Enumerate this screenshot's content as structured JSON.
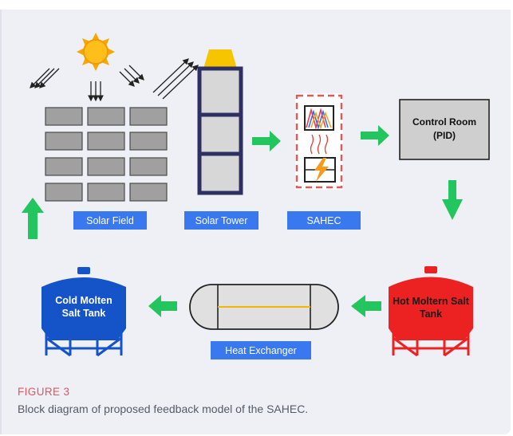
{
  "labels": {
    "solar_field": "Solar Field",
    "solar_tower": "Solar Tower",
    "sahec": "SAHEC",
    "heat_exchanger": "Heat Exchanger"
  },
  "control_room": {
    "line1": "Control Room",
    "line2": "(PID)"
  },
  "cold_tank": {
    "line1": "Cold Molten",
    "line2": "Salt Tank"
  },
  "hot_tank": {
    "line1": "Hot Moltern Salt",
    "line2": "Tank"
  },
  "caption": {
    "title": "FIGURE 3",
    "text": "Block diagram of proposed feedback model of the SAHEC."
  },
  "colors": {
    "arrow": "#22c55e",
    "label_box": "#3a78f0",
    "cold_tank": "#1553c8",
    "hot_tank": "#ec2121",
    "caption_title": "#e0555f"
  }
}
